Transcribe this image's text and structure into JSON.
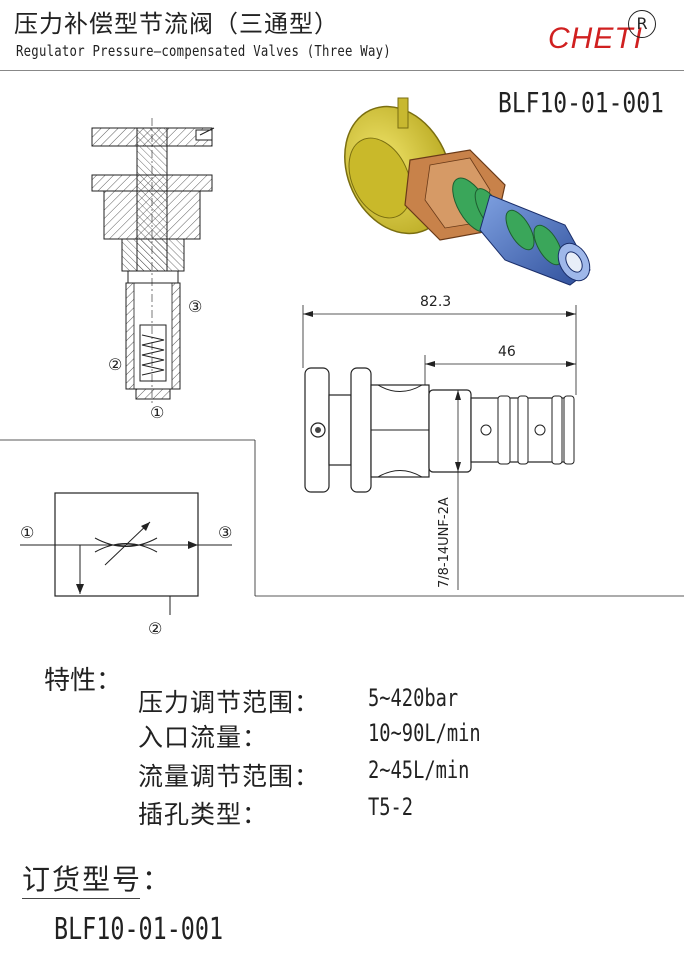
{
  "header": {
    "title_cn": "压力补偿型节流阀（三通型）",
    "title_en": "Regulator Pressure—compensated Valves (Three Way)",
    "brand": "CHETI",
    "registered_mark": "R"
  },
  "part_number": "BLF10-01-001",
  "section_view": {
    "port_labels": [
      "①",
      "②",
      "③"
    ]
  },
  "dimensions": {
    "overall_length": "82.3",
    "cartridge_length": "46",
    "thread_spec": "7/8-14UNF-2A"
  },
  "symbol": {
    "port_in": "①",
    "port_out": "③",
    "port_drain": "②"
  },
  "features": {
    "label": "特性：",
    "specs": [
      {
        "name": "压力调节范围：",
        "value": "5~420bar"
      },
      {
        "name": "入口流量：",
        "value": "10~90L/min"
      },
      {
        "name": "流量调节范围：",
        "value": "2~45L/min"
      },
      {
        "name": "插孔类型：",
        "value": "T5-2"
      }
    ]
  },
  "ordering": {
    "label": "订货型号：",
    "code": "BLF10-01-001"
  },
  "colors": {
    "brand_red": "#d02020",
    "yellow_body": "#d8c93a",
    "hex_nut": "#c8824a",
    "seal_green": "#3aa65a",
    "cartridge_blue": "#4a74c8"
  }
}
